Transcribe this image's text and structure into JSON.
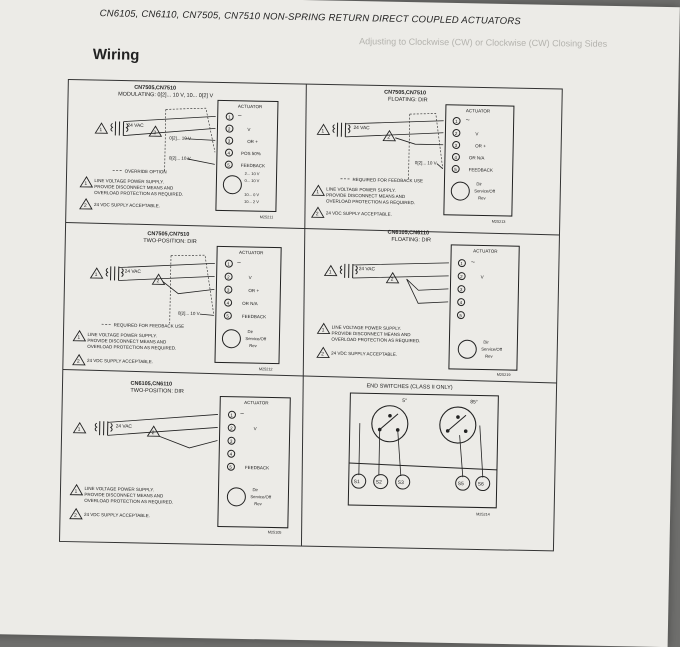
{
  "doc": {
    "header": "CN6105, CN6110, CN7505, CN7510 NON-SPRING RETURN DIRECT COUPLED ACTUATORS",
    "section": "Wiring",
    "ghost_text": "Adjusting to Clockwise (CW) or Clockwise (CW) Closing Sides"
  },
  "common": {
    "actuator": "ACTUATOR",
    "vac": "24 VAC",
    "feedback": "FEEDBACK",
    "dir": "Dir",
    "service_off": "Service/Off",
    "rev": "Rev",
    "v": "V",
    "ccw": "OR +",
    "ccw_na": "OR N/A",
    "note1_l1": "LINE VOLTAGE POWER SUPPLY.",
    "note1_l2": "PROVIDE DISCONNECT MEANS AND",
    "note1_l3": "OVERLOAD PROTECTION AS REQUIRED.",
    "note2": "24 VDC SUPPLY ACCEPTABLE.",
    "req_feedback": "REQUIRED FOR FEEDBACK USE",
    "override": "OVERRIDE OPTION",
    "t1": "1",
    "t2": "2",
    "t3": "3",
    "t4": "4",
    "t5": "5"
  },
  "panels": {
    "p1": {
      "model": "CN7505,CN7510",
      "subtitle": "MODULATING: 0[2]... 10 V, 10... 0[2] V",
      "in1": "0[2]... 10 V",
      "in2": "0[2]... 10 V",
      "pos": "POS 50%",
      "r1": "2... 10 V",
      "r2": "0... 10 V",
      "r3": "10... 0 V",
      "r4": "10... 2 V",
      "code": "M25211"
    },
    "p2": {
      "model": "CN7505,CN7510",
      "subtitle": "FLOATING: DIR",
      "in2": "0[2]... 10 V",
      "code": "M25213"
    },
    "p3": {
      "model": "CN7505,CN7510",
      "subtitle": "TWO-POSITION: DIR",
      "in2": "0[2]... 10 V",
      "code": "M25212"
    },
    "p4": {
      "model": "CN6105,CN6110",
      "subtitle": "FLOATING: DIR",
      "code": "M25219"
    },
    "p5": {
      "model": "CN6105,CN6110",
      "subtitle": "TWO-POSITION: DIR",
      "code": "M25105"
    },
    "p6": {
      "title": "END SWITCHES (CLASS II ONLY)",
      "a1": "5°",
      "a2": "85°",
      "s1": "S1",
      "s2": "S2",
      "s3": "S3",
      "s5": "S5",
      "s6": "S6",
      "code": "M25214"
    }
  }
}
